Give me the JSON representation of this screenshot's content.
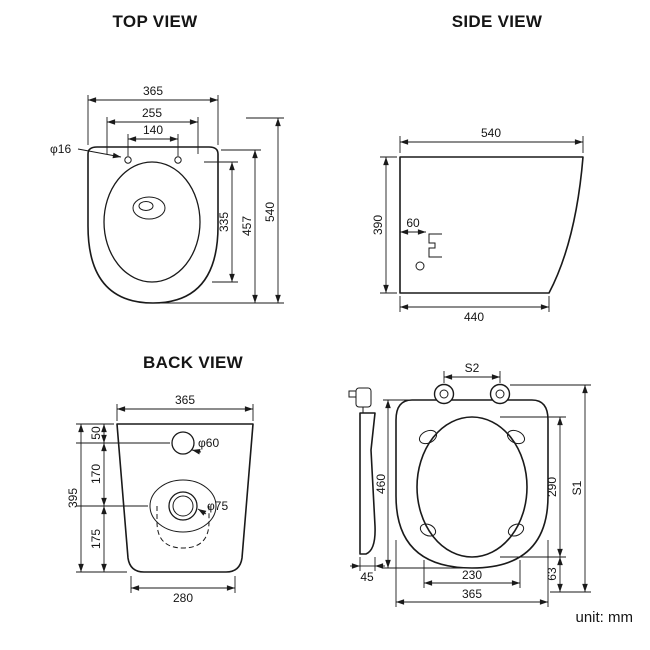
{
  "page": {
    "unit_label": "unit: mm"
  },
  "top_view": {
    "title": "TOP VIEW",
    "dims": {
      "overall_width": "365",
      "seat_width": "255",
      "hinge_hole_spacing": "140",
      "hinge_hole_diameter": "φ16",
      "inner_bowl_depth": "335",
      "bowl_depth": "457",
      "overall_depth": "540"
    }
  },
  "side_view": {
    "title": "SIDE VIEW",
    "dims": {
      "overall_depth": "540",
      "height": "390",
      "fixing_offset": "60",
      "base_depth": "440"
    }
  },
  "back_view": {
    "title": "BACK VIEW",
    "dims": {
      "overall_width": "365",
      "water_inlet_offset": "50",
      "inlet_to_outlet": "170",
      "outlet_to_base": "175",
      "height": "395",
      "inlet_diameter": "φ60",
      "outlet_diameter": "φ75",
      "base_width": "280"
    }
  },
  "seat_view": {
    "dims": {
      "hinge_spacing": "S2",
      "seat_length": "460",
      "opening_length": "290",
      "total_length": "S1",
      "front_gap": "63",
      "opening_width": "230",
      "seat_width": "365",
      "thickness": "45"
    }
  }
}
